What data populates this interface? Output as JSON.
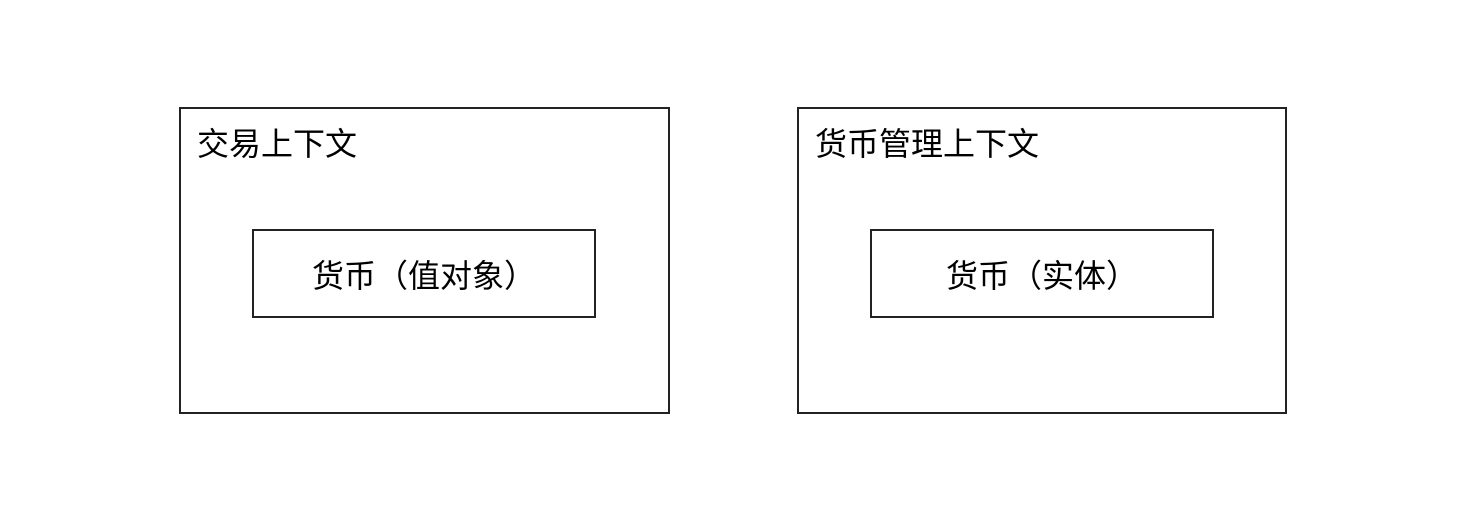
{
  "contexts": [
    {
      "title": "交易上下文",
      "entity": "货币（值对象）"
    },
    {
      "title": "货币管理上下文",
      "entity": "货币（实体）"
    }
  ]
}
